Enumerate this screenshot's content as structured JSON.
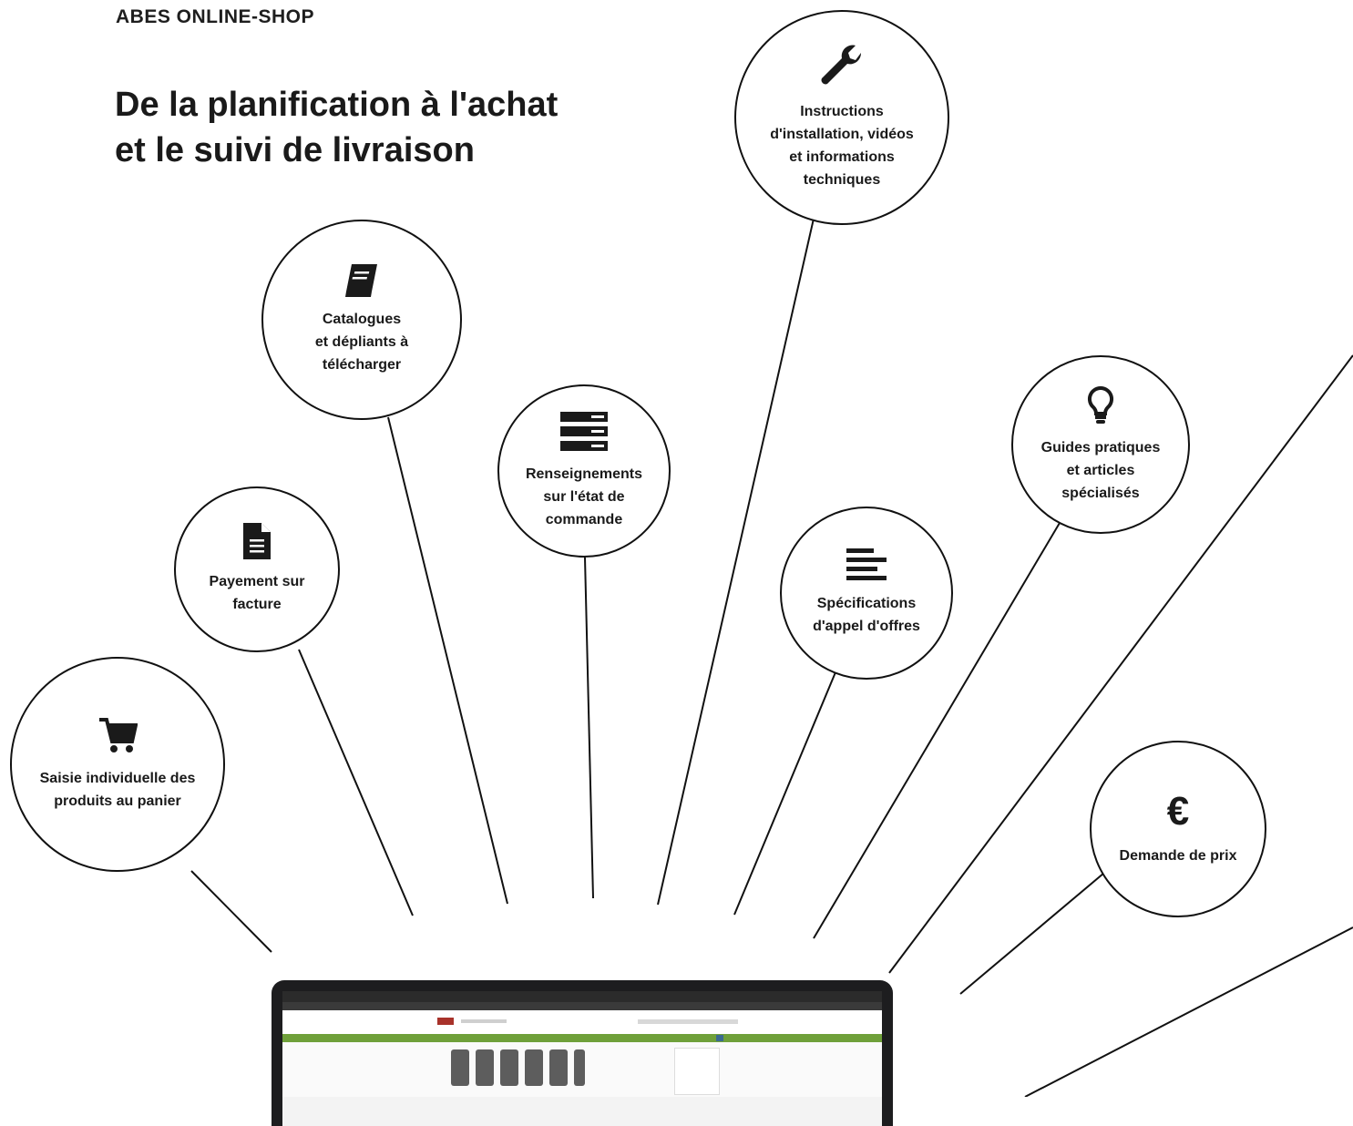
{
  "header": {
    "kicker": "ABES ONLINE-SHOP",
    "headline_line1": "De la planification à l'achat",
    "headline_line2": "et le suivi de livraison"
  },
  "features": [
    {
      "icon": "cart-icon",
      "label_lines": [
        "Saisie individuelle des",
        "produits au panier"
      ]
    },
    {
      "icon": "document-icon",
      "label_lines": [
        "Payement sur",
        "facture"
      ]
    },
    {
      "icon": "book-icon",
      "label_lines": [
        "Catalogues",
        "et dépliants à",
        "télécharger"
      ]
    },
    {
      "icon": "server-icon",
      "label_lines": [
        "Renseignements",
        "sur l'état de",
        "commande"
      ]
    },
    {
      "icon": "wrench-icon",
      "label_lines": [
        "Instructions",
        "d'installation, vidéos",
        "et informations",
        "techniques"
      ]
    },
    {
      "icon": "align-left-icon",
      "label_lines": [
        "Spécifications",
        "d'appel d'offres"
      ]
    },
    {
      "icon": "lightbulb-icon",
      "label_lines": [
        "Guides pratiques",
        "et articles",
        "spécialisés"
      ]
    },
    {
      "icon": "euro-icon",
      "icon_glyph": "€",
      "label_lines": [
        "Demande de prix"
      ]
    }
  ],
  "colors": {
    "line": "#111111",
    "icon": "#1a1a1a",
    "site_nav": "#6fa03a",
    "laptop": "#1d1d1f"
  }
}
